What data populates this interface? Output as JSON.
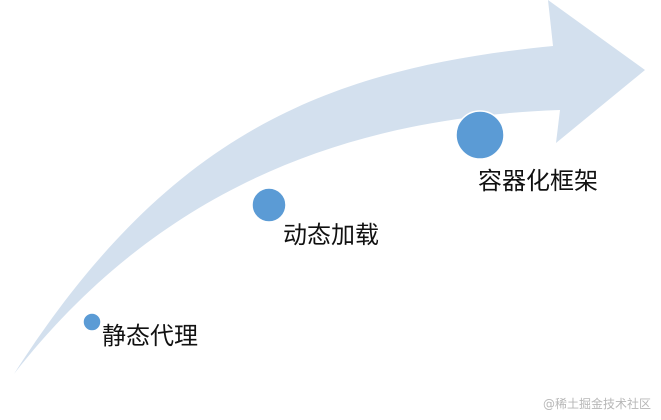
{
  "diagram": {
    "stages": [
      {
        "label": "静态代理"
      },
      {
        "label": "动态加载"
      },
      {
        "label": "容器化框架"
      }
    ],
    "colors": {
      "arrow": "#d3e0ee",
      "dot": "#5b9bd5",
      "dot_outline": "#ffffff",
      "text": "#111111"
    }
  },
  "watermark": "@稀土掘金技术社区"
}
